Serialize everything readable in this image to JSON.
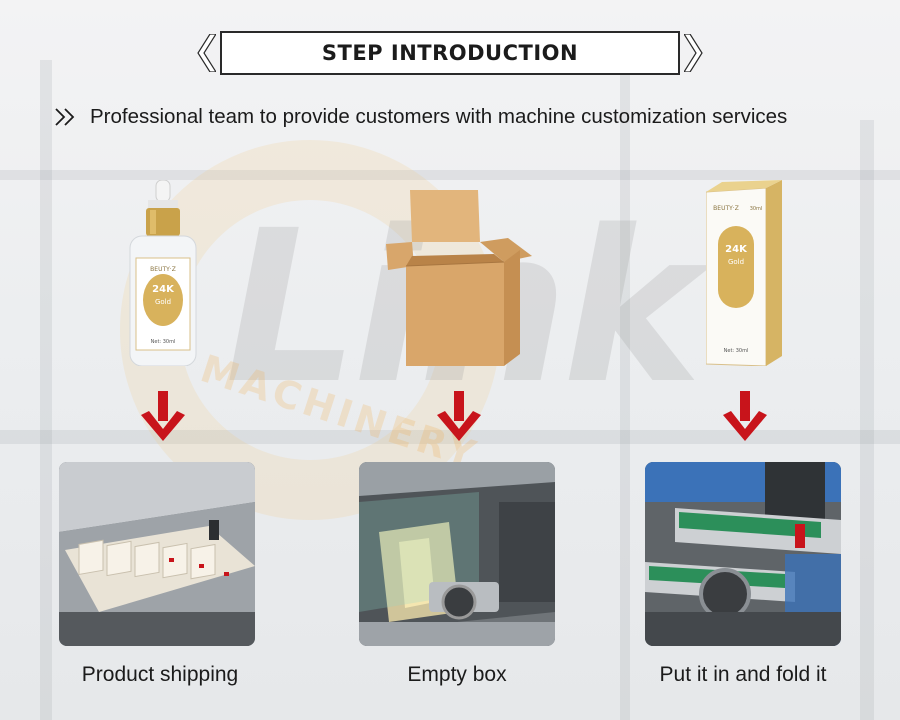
{
  "header": {
    "title": "STEP INTRODUCTION",
    "subtitle": "Professional team to provide customers with machine customization services"
  },
  "background": {
    "watermark": "Link",
    "watermark_sub": "MACHINERY"
  },
  "steps": [
    {
      "product": "serum-bottle",
      "product_text": {
        "brand": "BEUTY·Z",
        "big": "24K",
        "mid": "Gold",
        "small": "Net: 30ml"
      },
      "caption": "Product shipping"
    },
    {
      "product": "empty-cardboard-box",
      "caption": "Empty box"
    },
    {
      "product": "serum-carton",
      "product_text": {
        "brand": "BEUTY·Z",
        "tag": "30ml",
        "big": "24K",
        "mid": "Gold",
        "small": "Net: 30ml"
      },
      "caption": "Put it in and fold it"
    }
  ],
  "colors": {
    "arrow": "#c8141b",
    "gold": "#c9a24a",
    "kraft": "#d9a66a",
    "ribbon_border": "#2a2a2a"
  },
  "icons": {
    "title_ornament": "chevron-ribbon",
    "subtitle_bullet": "double-chevron-right",
    "step_arrow": "down-arrow"
  }
}
